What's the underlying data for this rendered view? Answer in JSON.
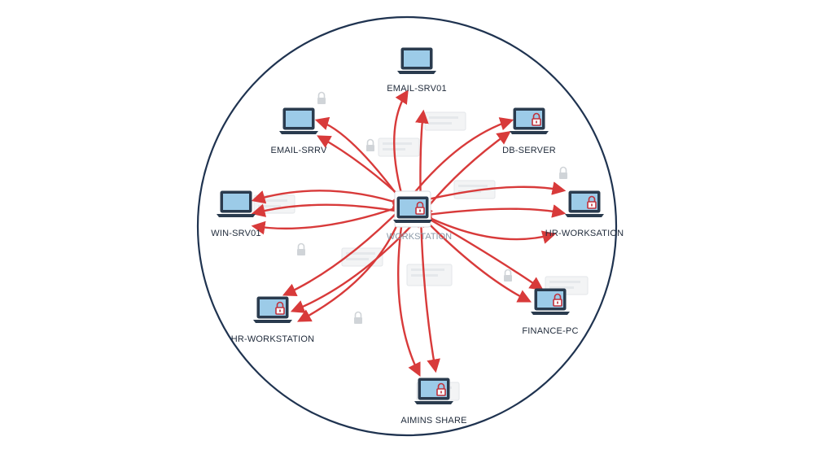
{
  "colors": {
    "boundary": "#1f3350",
    "arrow": "#d83a3a",
    "screen": "#9ccbe8",
    "lock": "#c0303a",
    "ghost_lock": "#d0d4d8"
  },
  "center_node": {
    "label": "WORKSTATION",
    "icon": "laptop-icon",
    "locked": true
  },
  "nodes": [
    {
      "id": "email-srv01",
      "label": "EMAIL-SRV01",
      "icon": "laptop-icon",
      "locked": false
    },
    {
      "id": "email-srrv",
      "label": "EMAIL-SRRV",
      "icon": "laptop-icon",
      "locked": false
    },
    {
      "id": "db-server",
      "label": "DB-SERVER",
      "icon": "laptop-icon",
      "locked": true
    },
    {
      "id": "win-srv01",
      "label": "WIN-SRV01",
      "icon": "laptop-icon",
      "locked": false
    },
    {
      "id": "hr-worksation",
      "label": "HR-WORKSATION",
      "icon": "laptop-icon",
      "locked": true
    },
    {
      "id": "hr-workstation",
      "label": "HR-WORKSTATION",
      "icon": "laptop-icon",
      "locked": true
    },
    {
      "id": "finance-pc",
      "label": "FINANCE-PC",
      "icon": "laptop-icon",
      "locked": true
    },
    {
      "id": "aimins-share",
      "label": "AIMINS SHARE",
      "icon": "laptop-icon",
      "locked": true
    }
  ],
  "decorations": {
    "ghost_lock_icon": "padlock-icon",
    "ghost_label_icon": "info-box-icon"
  }
}
